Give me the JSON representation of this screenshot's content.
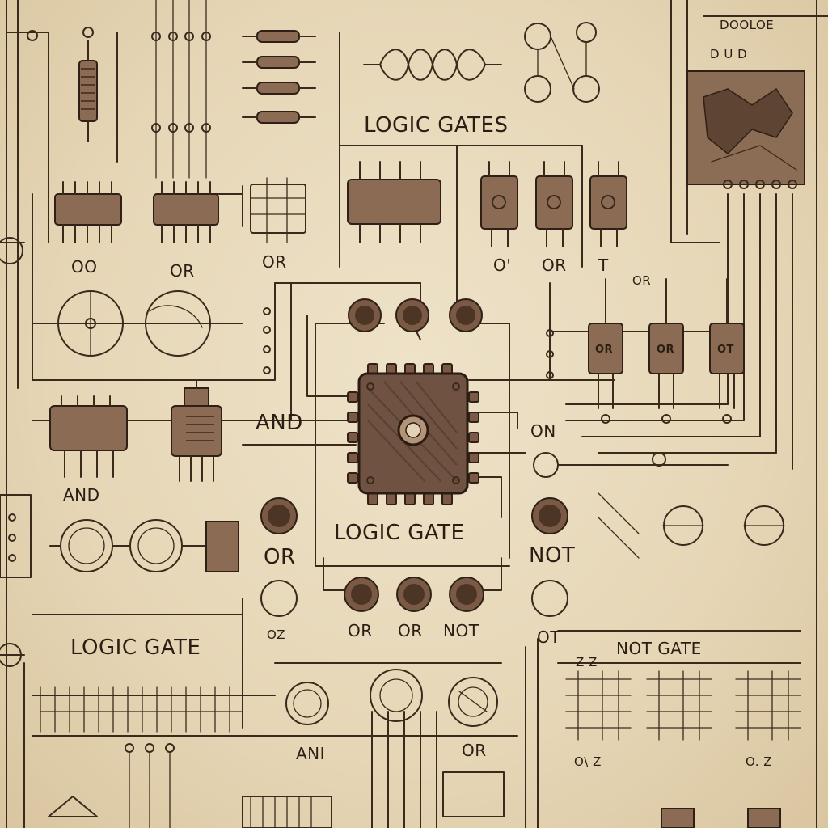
{
  "labels": {
    "logic_gates_heading": "LOGIC GATES",
    "logic_gate_center": "LOGIC GATE",
    "logic_gate_left": "LOGIC GATE",
    "not_gate": "NOT GATE",
    "and_mid": "AND",
    "and_left": "AND",
    "and_bottom": "ANI",
    "or_row1_a": "OR",
    "or_row1_b": "OR",
    "or_row1_c": "OR",
    "oo_row1": "OO",
    "o_left_row1": "O'",
    "t_right_row1": "T",
    "or_right_mid": "OR",
    "or_center_left": "OR",
    "or_bottom_1": "OR",
    "or_bottom_2": "OR",
    "not_bottom": "NOT",
    "not_right": "NOT",
    "on_right": "ON",
    "ot_right": "OT",
    "or_bottom_right": "OR",
    "chip_or_1": "OR",
    "chip_or_2": "OR",
    "chip_ot": "OT",
    "top_right_box": "DOOLOE",
    "top_right_sub": "D U D",
    "dz_1": "Z Z",
    "dz_2": "O\\ Z",
    "dz_3": "O. Z",
    "ozz": "OZ"
  }
}
